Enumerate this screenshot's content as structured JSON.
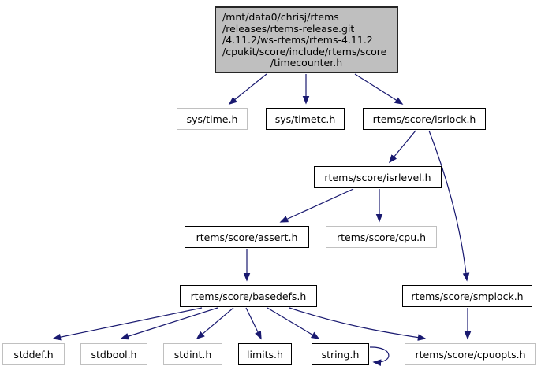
{
  "graph": {
    "type": "include-dependency-graph",
    "colors": {
      "edge": "#191970",
      "documented_border": "#000000",
      "external_border": "#c0c0c0",
      "main_fill": "#bfbfbf",
      "node_fill": "#ffffff",
      "text": "#000000",
      "background": "#ffffff"
    },
    "main_node": {
      "id": "timecounter",
      "lines": [
        "/mnt/data0/chrisj/rtems",
        "/releases/rtems-release.git",
        "/4.11.2/ws-rtems/rtems-4.11.2",
        "/cpukit/score/include/rtems/score",
        "/timecounter.h"
      ]
    },
    "nodes": [
      {
        "id": "sys-time",
        "label": "sys/time.h",
        "kind": "external"
      },
      {
        "id": "sys-timetc",
        "label": "sys/timetc.h",
        "kind": "documented"
      },
      {
        "id": "isrlock",
        "label": "rtems/score/isrlock.h",
        "kind": "documented"
      },
      {
        "id": "isrlevel",
        "label": "rtems/score/isrlevel.h",
        "kind": "documented"
      },
      {
        "id": "assert",
        "label": "rtems/score/assert.h",
        "kind": "documented"
      },
      {
        "id": "cpu",
        "label": "rtems/score/cpu.h",
        "kind": "external"
      },
      {
        "id": "basedefs",
        "label": "rtems/score/basedefs.h",
        "kind": "documented"
      },
      {
        "id": "smplock",
        "label": "rtems/score/smplock.h",
        "kind": "documented"
      },
      {
        "id": "stddef",
        "label": "stddef.h",
        "kind": "external"
      },
      {
        "id": "stdbool",
        "label": "stdbool.h",
        "kind": "external"
      },
      {
        "id": "stdint",
        "label": "stdint.h",
        "kind": "external"
      },
      {
        "id": "limits",
        "label": "limits.h",
        "kind": "documented"
      },
      {
        "id": "string",
        "label": "string.h",
        "kind": "documented"
      },
      {
        "id": "cpuopts",
        "label": "rtems/score/cpuopts.h",
        "kind": "external"
      }
    ],
    "edges": [
      {
        "from": "timecounter.h",
        "to": "sys/time.h"
      },
      {
        "from": "timecounter.h",
        "to": "sys/timetc.h"
      },
      {
        "from": "timecounter.h",
        "to": "rtems/score/isrlock.h"
      },
      {
        "from": "rtems/score/isrlock.h",
        "to": "rtems/score/isrlevel.h"
      },
      {
        "from": "rtems/score/isrlock.h",
        "to": "rtems/score/smplock.h"
      },
      {
        "from": "rtems/score/isrlevel.h",
        "to": "rtems/score/assert.h"
      },
      {
        "from": "rtems/score/isrlevel.h",
        "to": "rtems/score/cpu.h"
      },
      {
        "from": "rtems/score/assert.h",
        "to": "rtems/score/basedefs.h"
      },
      {
        "from": "rtems/score/basedefs.h",
        "to": "stddef.h"
      },
      {
        "from": "rtems/score/basedefs.h",
        "to": "stdbool.h"
      },
      {
        "from": "rtems/score/basedefs.h",
        "to": "stdint.h"
      },
      {
        "from": "rtems/score/basedefs.h",
        "to": "limits.h"
      },
      {
        "from": "rtems/score/basedefs.h",
        "to": "string.h"
      },
      {
        "from": "rtems/score/basedefs.h",
        "to": "rtems/score/cpuopts.h"
      },
      {
        "from": "rtems/score/smplock.h",
        "to": "rtems/score/cpuopts.h"
      },
      {
        "from": "string.h",
        "to": "string.h"
      }
    ]
  }
}
